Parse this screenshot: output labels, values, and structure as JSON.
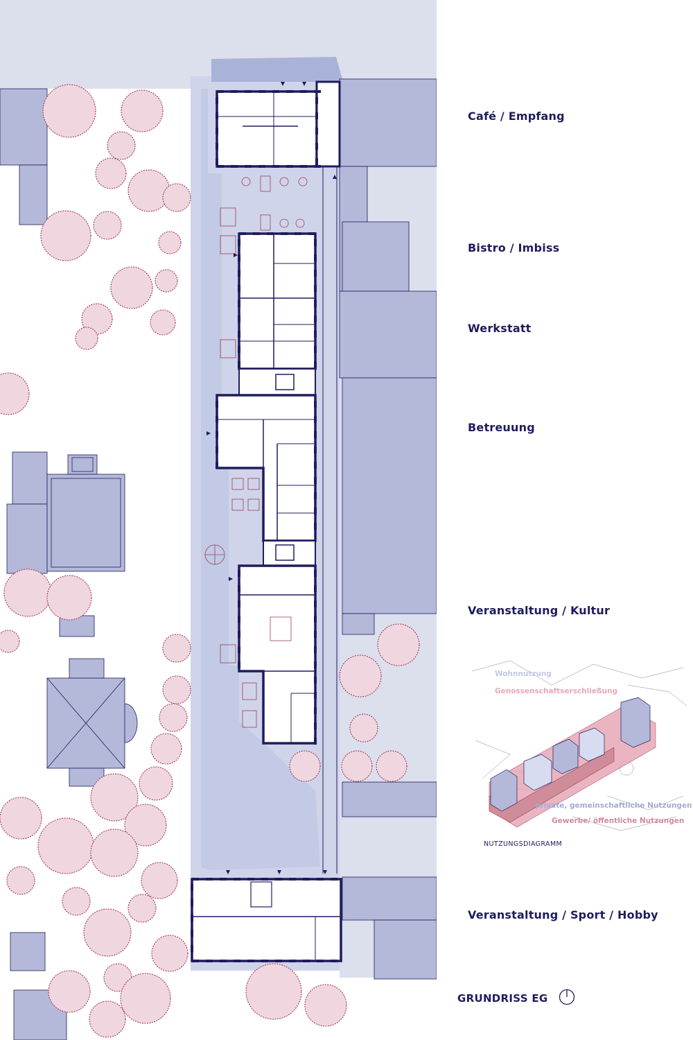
{
  "labels": {
    "cafe": "Café / Empfang",
    "bistro": "Bistro / Imbiss",
    "werkstatt": "Werkstatt",
    "betreuung": "Betreuung",
    "kultur": "Veranstaltung / Kultur",
    "sport": "Veranstaltung / Sport / Hobby"
  },
  "diagram": {
    "wohnnutzung": "Wohnnutzung",
    "erschliessung": "Genossenschaftserschließung",
    "private": "private, gemeinschaftliche Nutzungen",
    "gewerbe": "Gewerbe/ öffentliche Nutzungen",
    "caption": "NUTZUNGSDIAGRAMM"
  },
  "plan_title": "GRUNDRISS EG",
  "colors": {
    "navy": "#1e1c5e",
    "building": "#b4b9d9",
    "street": "#dcdfec",
    "courtyard": "#bfc8e4",
    "tree": "#9c3c5c",
    "treeFill": "#f0d6df",
    "wohn": "#d8dcf0",
    "erschl": "#e7a9b6",
    "gewerbe": "#cf8c99"
  }
}
